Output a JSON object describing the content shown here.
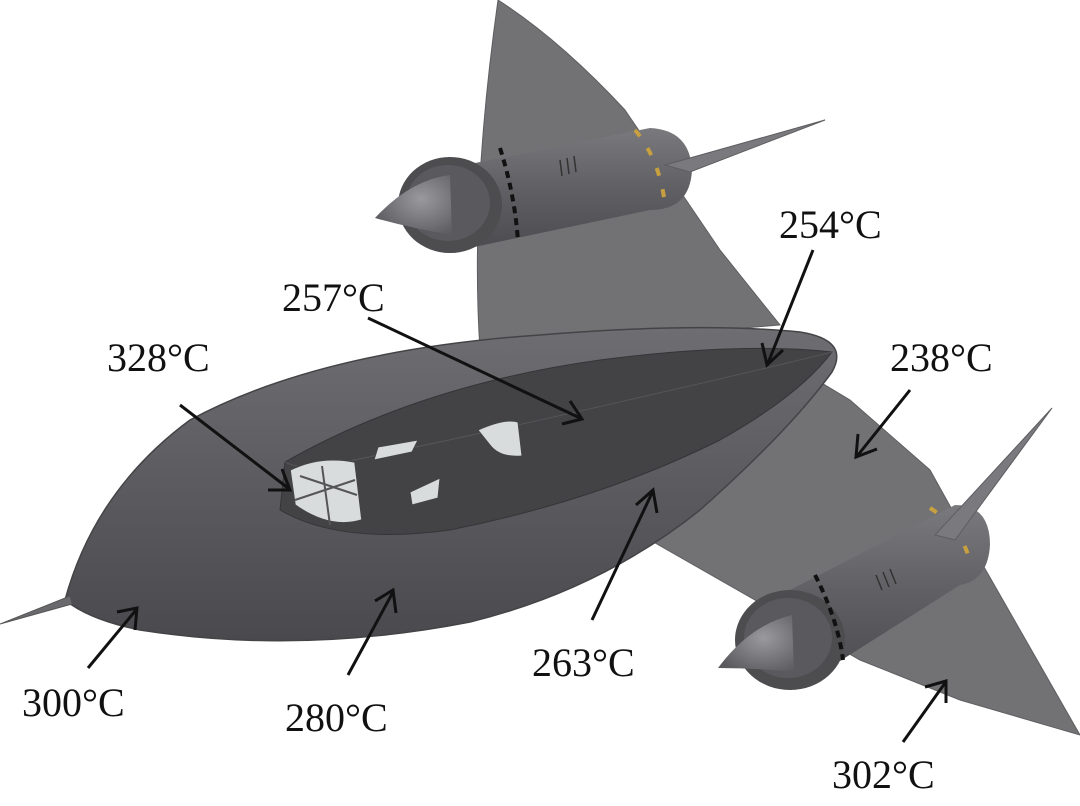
{
  "colors": {
    "fuselage": "#5c5c5f",
    "wing": "#707073",
    "spine": "#3f3f42",
    "canopy_glass": "#dde0e0",
    "nacelle": "#626265",
    "nacelle_ring": "#4a4a4d",
    "accent_marks": "#c8a040",
    "arrow": "#111111"
  },
  "labels": {
    "t328": "328°C",
    "t257": "257°C",
    "t254": "254°C",
    "t238": "238°C",
    "t263": "263°C",
    "t300": "300°C",
    "t280": "280°C",
    "t302": "302°C"
  }
}
